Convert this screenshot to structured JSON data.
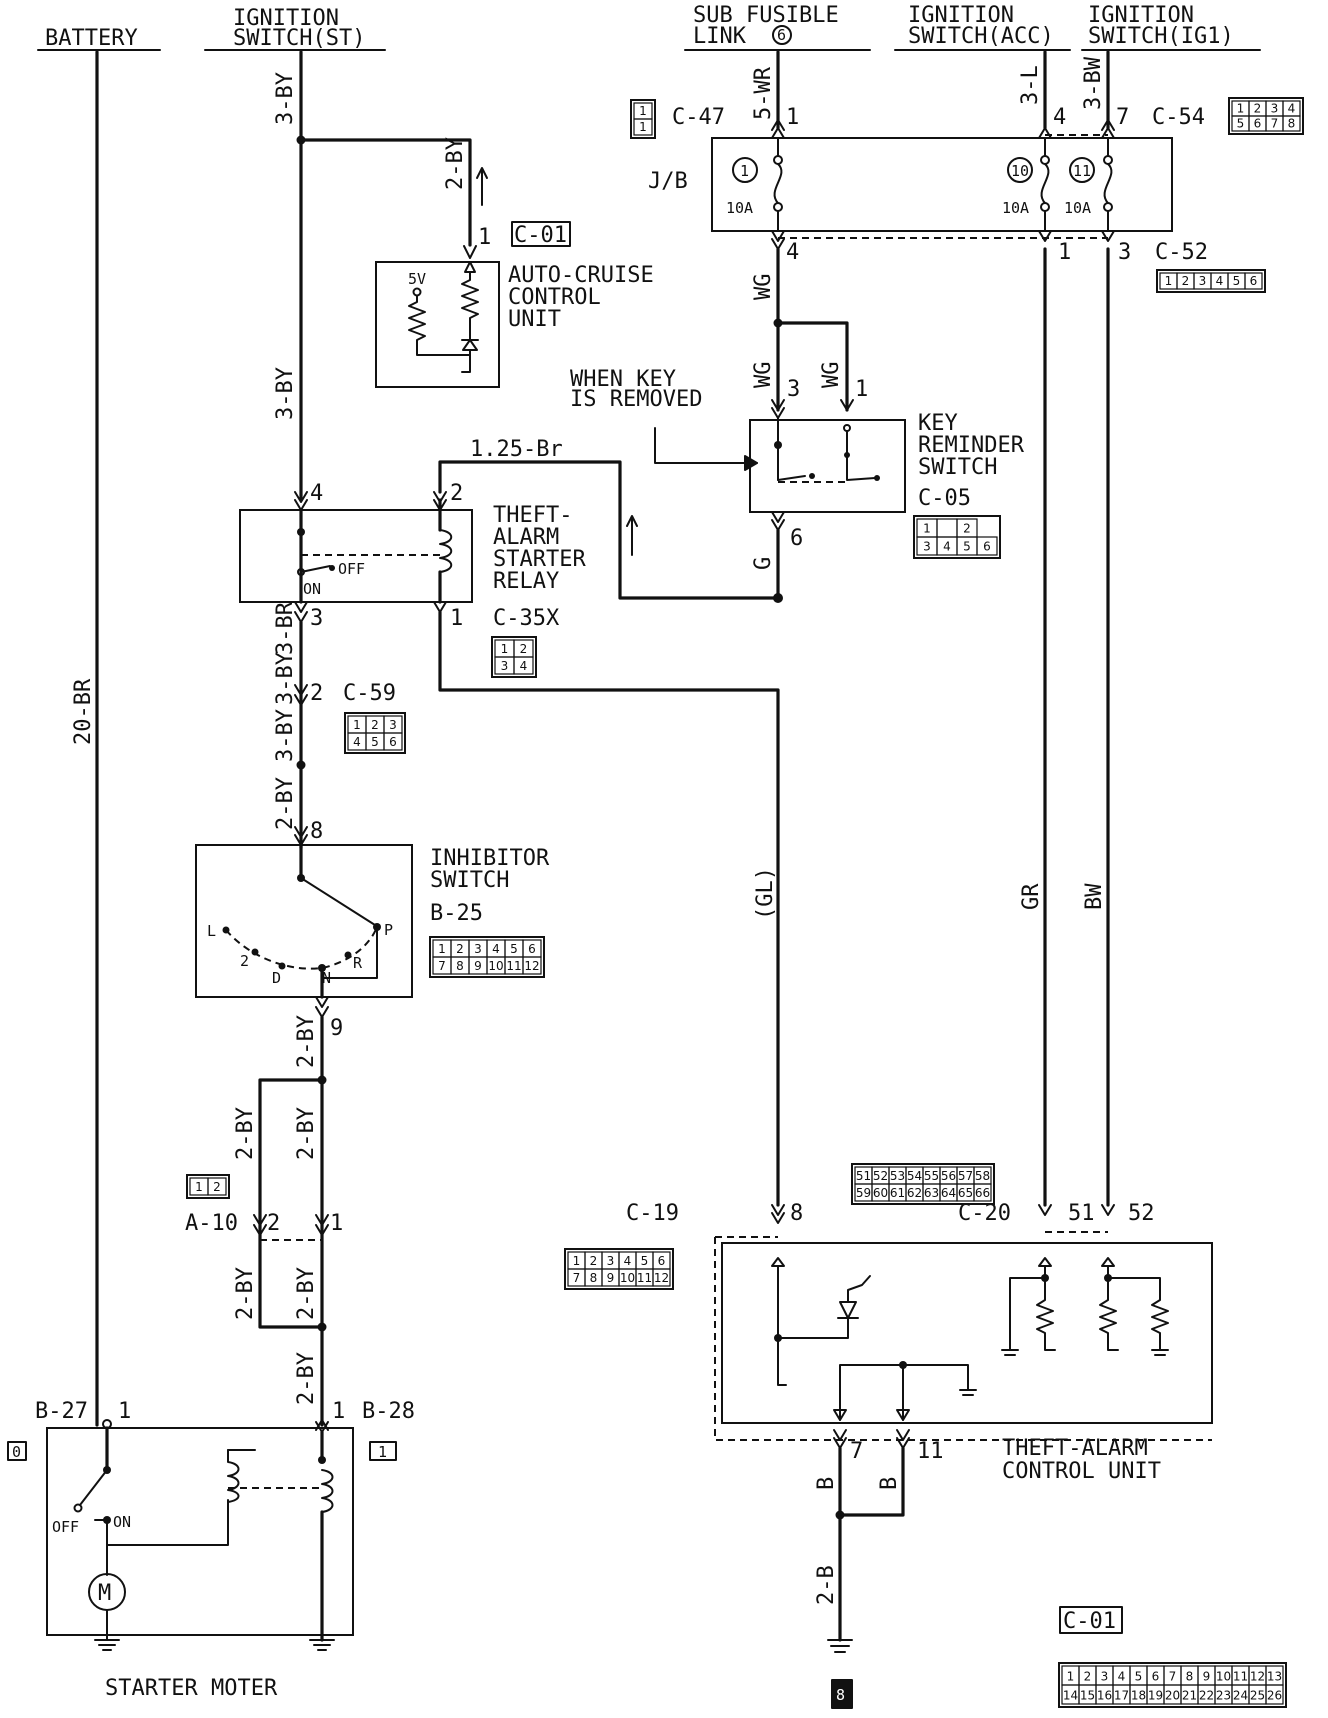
{
  "sources": {
    "battery": "BATTERY",
    "ign_st_1": "IGNITION",
    "ign_st_2": "SWITCH(ST)",
    "sub_fusible_1": "SUB FUSIBLE",
    "sub_fusible_2": "LINK",
    "sub_fusible_num": "6",
    "ign_acc_1": "IGNITION",
    "ign_acc_2": "SWITCH(ACC)",
    "ign_ig1_1": "IGNITION",
    "ign_ig1_2": "SWITCH(IG1)"
  },
  "wires": {
    "battery": "20-BR",
    "st_top": "3-BY",
    "cruise_branch": "2-BY",
    "st_mid": "3-BY",
    "relay_to_c59_a": "3-BR",
    "relay_to_c59_b": "3-BY",
    "c59_to_inh_a": "3-BY",
    "c59_to_inh_b": "2-BY",
    "inh_out": "2-BY",
    "a10_left_top": "2-BY",
    "a10_right_top": "2-BY",
    "a10_left_bot": "2-BY",
    "a10_right_bot": "2-BY",
    "b28_in": "2-BY",
    "fuse1_in": "5-WR",
    "acc_in": "3-L",
    "ig1_in": "3-BW",
    "jb_out": "WG",
    "key_in_3": "WG",
    "key_in_1": "WG",
    "relay_coil": "1.25-Br",
    "key_out": "G",
    "relay_to_alarm": "(GL)",
    "acc_to_alarm": "GR",
    "ig1_to_alarm": "BW",
    "gnd_left": "B",
    "gnd_right": "B",
    "gnd_main": "2-B"
  },
  "components": {
    "jb": "J/B",
    "fuse1_num": "1",
    "fuse10_num": "10",
    "fuse11_num": "11",
    "fuse1_rating": "10A",
    "fuse10_rating": "10A",
    "fuse11_rating": "10A",
    "cruise_1": "AUTO-CRUISE",
    "cruise_2": "CONTROL",
    "cruise_3": "UNIT",
    "cruise_5v": "5V",
    "key_rem_1": "KEY",
    "key_rem_2": "REMINDER",
    "key_rem_3": "SWITCH",
    "when_key_1": "WHEN KEY",
    "when_key_2": "IS REMOVED",
    "relay_1": "THEFT-",
    "relay_2": "ALARM",
    "relay_3": "STARTER",
    "relay_4": "RELAY",
    "relay_off": "OFF",
    "relay_on": "ON",
    "inh_1": "INHIBITOR",
    "inh_2": "SWITCH",
    "inh_L": "L",
    "inh_2pos": "2",
    "inh_D": "D",
    "inh_N": "N",
    "inh_R": "R",
    "inh_P": "P",
    "alarm_1": "THEFT-ALARM",
    "alarm_2": "CONTROL UNIT",
    "starter": "STARTER MOTER",
    "starter_off": "OFF",
    "starter_on": "ON",
    "motor": "M"
  },
  "connectors": {
    "c47": "C-47",
    "c54": "C-54",
    "c01_top": "C-01",
    "c52": "C-52",
    "c05": "C-05",
    "c35x": "C-35X",
    "c59": "C-59",
    "b25": "B-25",
    "a10": "A-10",
    "c19": "C-19",
    "c20": "C-20",
    "b27": "B-27",
    "b28": "B-28",
    "c01_bottom": "C-01",
    "ground_left": "0",
    "ground_right": "1",
    "ground_bottom": "8"
  },
  "pins": {
    "c47_1": "1",
    "c54_4": "4",
    "c54_7": "7",
    "c01_1": "1",
    "c52_4": "4",
    "c52_1": "1",
    "c52_3": "3",
    "key_3": "3",
    "key_1": "1",
    "key_6": "6",
    "relay_4": "4",
    "relay_2": "2",
    "relay_3": "3",
    "relay_1": "1",
    "c59_2": "2",
    "inh_8": "8",
    "inh_9": "9",
    "a10_2": "2",
    "a10_1": "1",
    "b27_1": "1",
    "b28_1": "1",
    "alarm_8": "8",
    "alarm_51": "51",
    "alarm_52": "52",
    "alarm_7": "7",
    "alarm_11": "11"
  },
  "connector_grids": {
    "c47": [
      [
        "1"
      ],
      [
        "1"
      ]
    ],
    "c54": [
      [
        "1",
        "2",
        "3",
        "4"
      ],
      [
        "5",
        "6",
        "7",
        "8"
      ]
    ],
    "c52": [
      [
        "1",
        "2",
        "3",
        "4",
        "5",
        "6"
      ]
    ],
    "c05": [
      [
        "1",
        "",
        "2"
      ],
      [
        "3",
        "4",
        "5",
        "6"
      ]
    ],
    "c35x": [
      [
        "1",
        "2"
      ],
      [
        "3",
        "4"
      ]
    ],
    "c59": [
      [
        "1",
        "2",
        "3"
      ],
      [
        "4",
        "5",
        "6"
      ]
    ],
    "b25": [
      [
        "1",
        "2",
        "3",
        "4",
        "5",
        "6"
      ],
      [
        "7",
        "8",
        "9",
        "10",
        "11",
        "12"
      ]
    ],
    "a10": [
      [
        "1",
        "2"
      ]
    ],
    "c19": [
      [
        "1",
        "2",
        "3",
        "4",
        "5",
        "6"
      ],
      [
        "7",
        "8",
        "9",
        "10",
        "11",
        "12"
      ]
    ],
    "c20": [
      [
        "51",
        "52",
        "53",
        "54",
        "55",
        "56",
        "57",
        "58"
      ],
      [
        "59",
        "60",
        "61",
        "62",
        "63",
        "64",
        "65",
        "66"
      ]
    ],
    "c01": [
      [
        "1",
        "2",
        "3",
        "4",
        "5",
        "6",
        "7",
        "8",
        "9",
        "10",
        "11",
        "12",
        "13"
      ],
      [
        "14",
        "15",
        "16",
        "17",
        "18",
        "19",
        "20",
        "21",
        "22",
        "23",
        "24",
        "25",
        "26"
      ]
    ]
  }
}
